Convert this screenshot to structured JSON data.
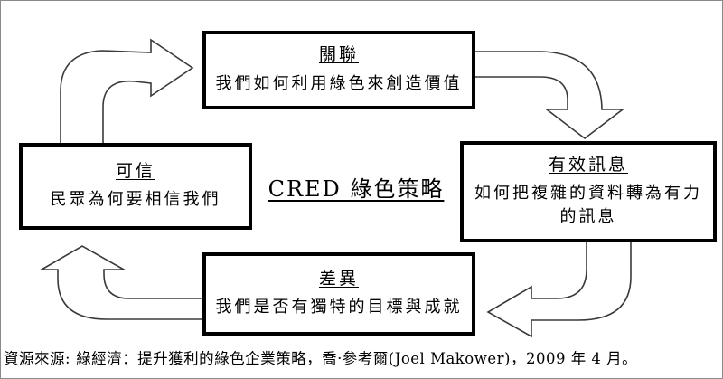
{
  "title": "CRED 綠色策略",
  "boxes": {
    "relevance": {
      "title": "關聯",
      "desc": "我們如何利用綠色來創造價值"
    },
    "effective": {
      "title": "有效訊息",
      "desc": "如何把複雜的資料轉為有力的訊息"
    },
    "difference": {
      "title": "差異",
      "desc": "我們是否有獨特的目標與成就"
    },
    "credible": {
      "title": "可信",
      "desc": "民眾為何要相信我們"
    }
  },
  "arrows": [
    {
      "name": "credible-to-relevance",
      "shape": "bent-arrow-up-right",
      "points_to": "關聯"
    },
    {
      "name": "relevance-to-effective",
      "shape": "bent-arrow-right-down",
      "points_to": "有效訊息"
    },
    {
      "name": "effective-to-difference",
      "shape": "bent-arrow-down-left",
      "points_to": "差異"
    },
    {
      "name": "difference-to-credible",
      "shape": "bent-arrow-left-up",
      "points_to": "可信"
    }
  ],
  "caption": {
    "label": "資源來源:",
    "text": "綠經濟：提升獲利的綠色企業策略，喬·參考爾(Joel Makower)，2009 年 4 月。"
  },
  "colors": {
    "background": "#ffffff",
    "box_border": "#000000",
    "arrow_outline": "#3a3a3a",
    "text": "#000000"
  }
}
